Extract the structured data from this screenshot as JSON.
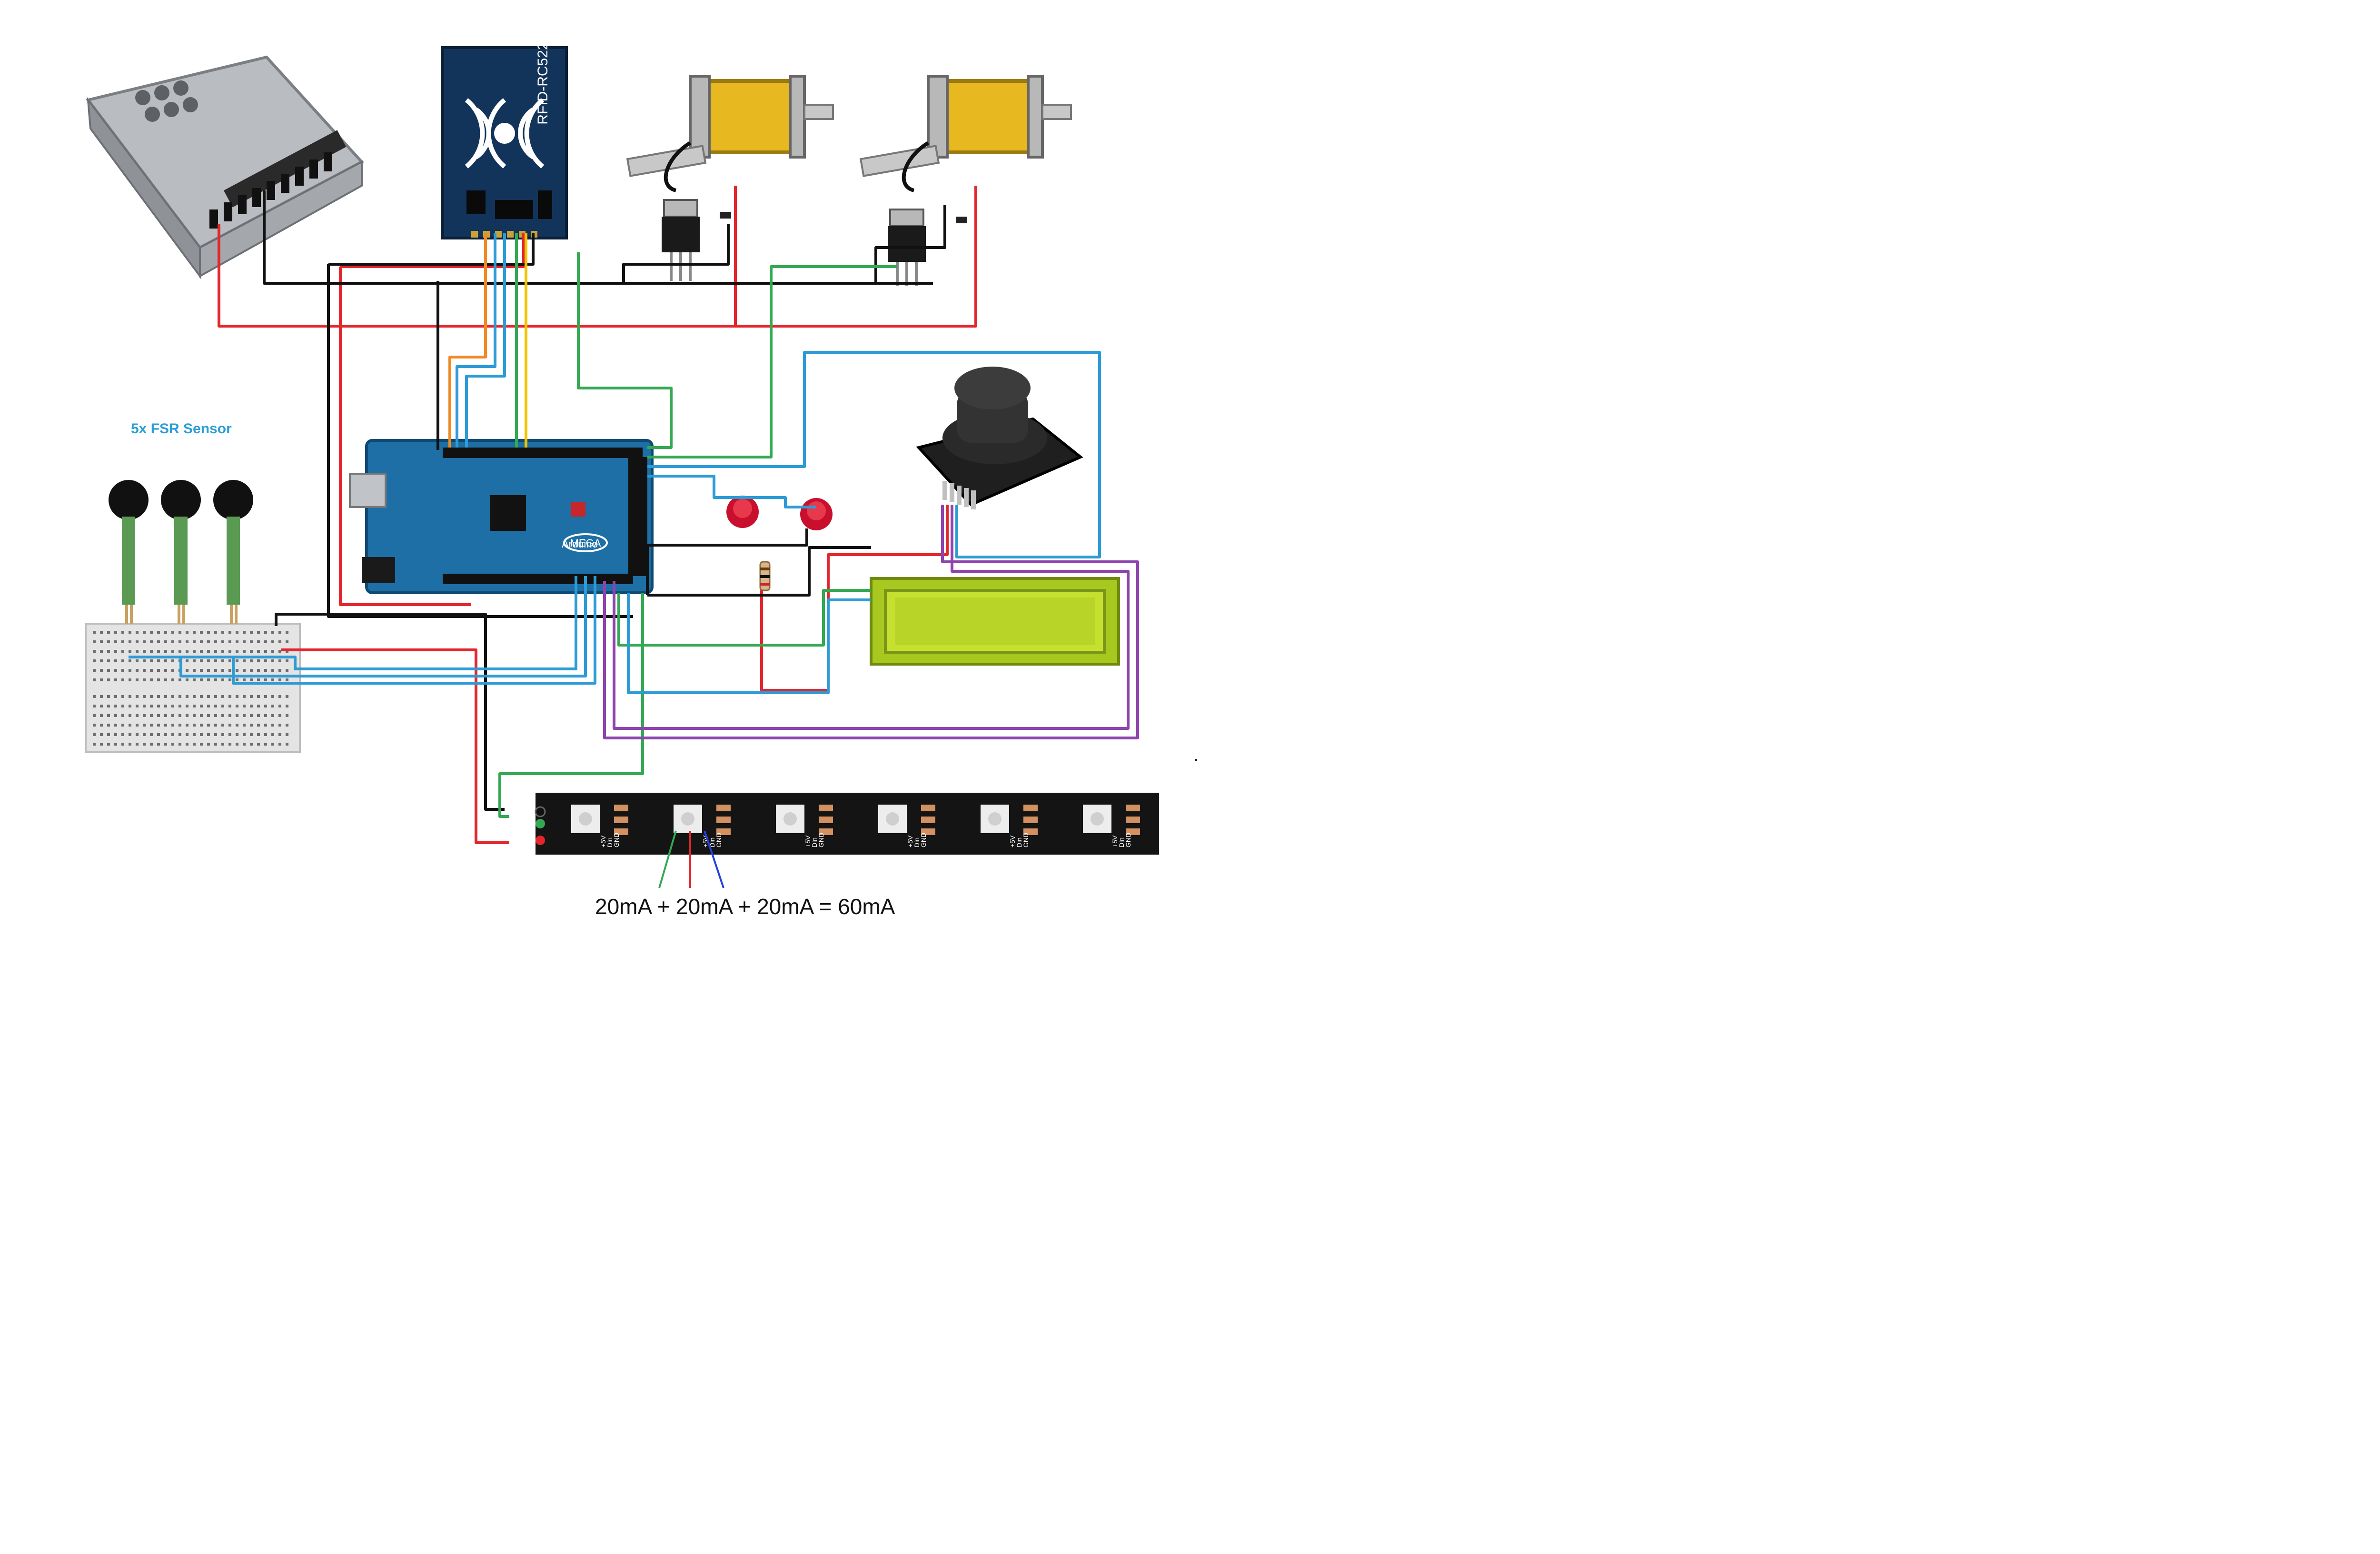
{
  "labels": {
    "fsr_title": "5x FSR Sensor",
    "rfid_module": "RFID-RC522",
    "arduino_brand": "Arduino",
    "arduino_model": "MEGA",
    "current_equation": "20mA + 20mA + 20mA = 60mA"
  },
  "components": {
    "power_supply": "power-supply",
    "rfid": "rfid-reader",
    "solenoids": [
      "solenoid-1",
      "solenoid-2"
    ],
    "transistors": [
      "transistor-1",
      "transistor-2"
    ],
    "diodes": [
      "diode-1",
      "diode-2"
    ],
    "arduino": "arduino-mega",
    "joystick": "joystick-module",
    "buttons": [
      "push-button-1",
      "push-button-2"
    ],
    "resistor": "resistor",
    "lcd": "lcd-16x2",
    "breadboard": "breadboard",
    "fsr_sensors": [
      "fsr-1",
      "fsr-2",
      "fsr-3"
    ],
    "led_strip_pixels": 6
  },
  "led_pin_labels": [
    "+5V",
    "Din",
    "GND"
  ],
  "colors": {
    "wire_red": "#e3262b",
    "wire_black": "#111111",
    "wire_green": "#34a853",
    "wire_blue": "#2c9bd6",
    "wire_orange": "#f08a24",
    "wire_yellow": "#f2c400",
    "wire_purple": "#8e44ad",
    "arduino_blue": "#1d6fa5",
    "rfid_navy": "#13345a",
    "lcd_green": "#a8c820",
    "fsr_title": "#2a9fd6"
  }
}
